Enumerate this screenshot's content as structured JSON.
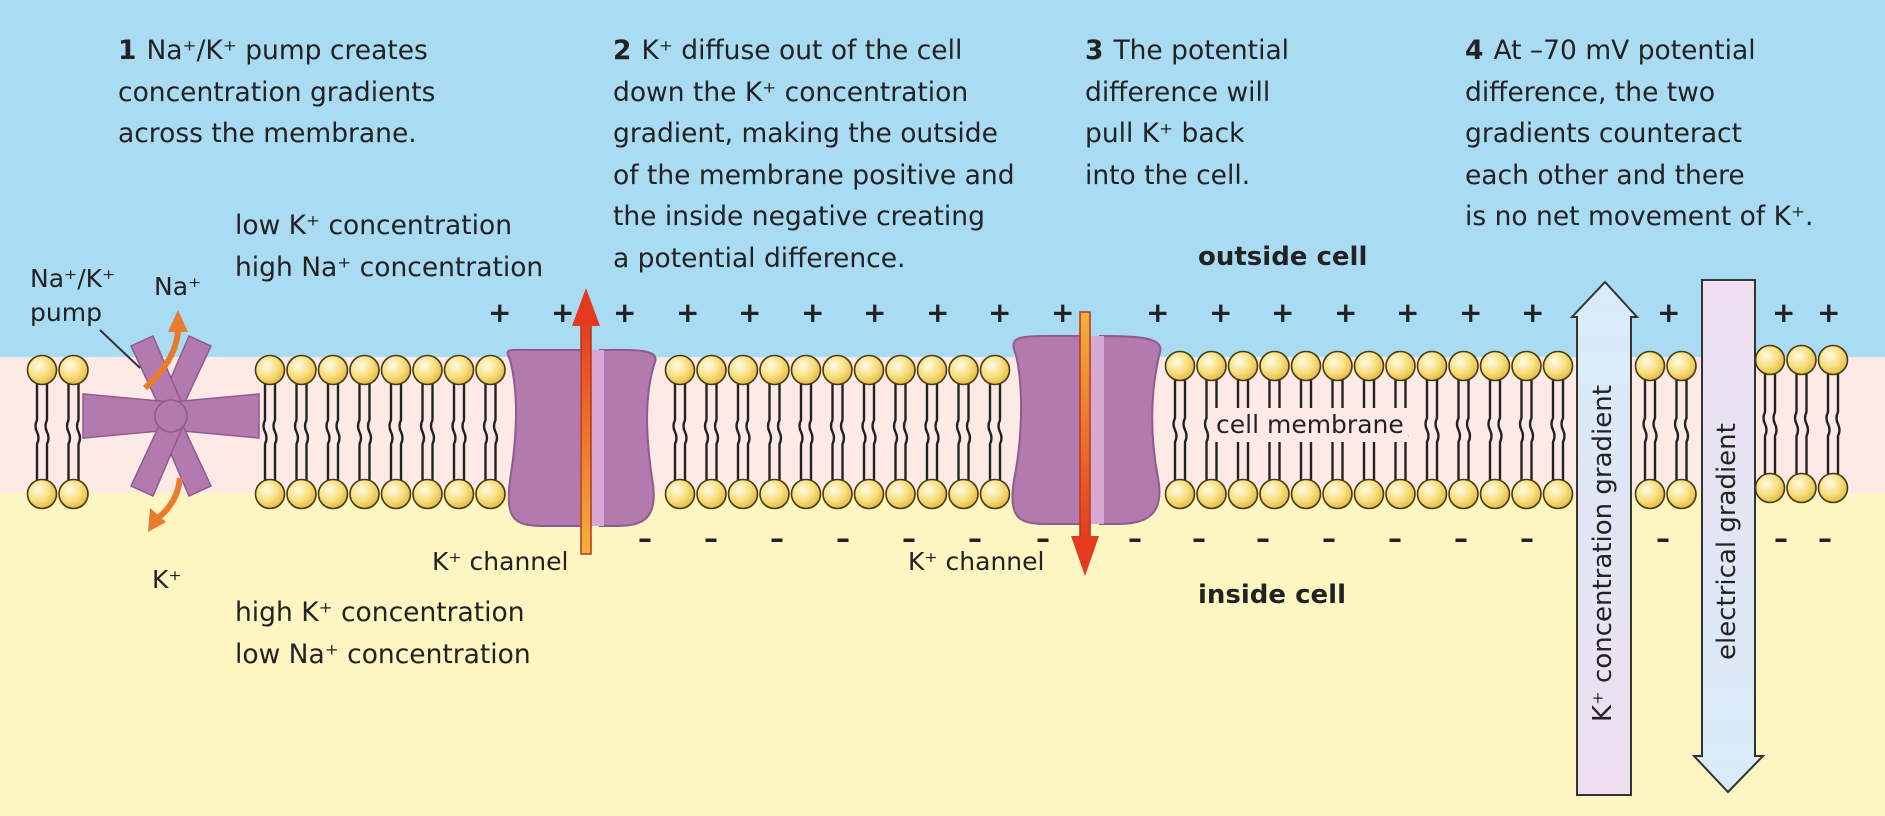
{
  "steps": [
    {
      "num": "1",
      "lines": [
        "Na⁺/K⁺ pump creates",
        "concentration gradients",
        "across the membrane."
      ]
    },
    {
      "num": "2",
      "lines": [
        "K⁺ diffuse out of the cell",
        "down the K⁺ concentration",
        "gradient, making the outside",
        "of the membrane positive and",
        "the inside negative creating",
        "a potential difference."
      ]
    },
    {
      "num": "3",
      "lines": [
        "The potential",
        "difference will",
        "pull K⁺ back",
        "into the cell."
      ]
    },
    {
      "num": "4",
      "lines": [
        "At –70 mV potential",
        "difference, the two",
        "gradients counteract",
        "each other and there",
        "is no net movement of K⁺."
      ]
    }
  ],
  "labels": {
    "outside_conc_line1": "low K⁺ concentration",
    "outside_conc_line2": "high Na⁺ concentration",
    "inside_conc_line1": "high K⁺ concentration",
    "inside_conc_line2": "low Na⁺ concentration",
    "pump_line1": "Na⁺/K⁺",
    "pump_line2": "pump",
    "na_ion": "Na⁺",
    "k_ion": "K⁺",
    "channel_1": "K⁺ channel",
    "channel_2": "K⁺ channel",
    "outside_cell": "outside cell",
    "inside_cell": "inside cell",
    "cell_membrane": "cell membrane",
    "k_gradient": "K⁺ concentration gradient",
    "electrical_gradient": "electrical gradient",
    "plus": "+",
    "minus": "–"
  },
  "colors": {
    "outside": "#a9dcf2",
    "membrane_band": "#fde9e6",
    "inside": "#fdf6c3",
    "protein": "#b27aae",
    "lipid_head": "#f6d56e",
    "arrow_red": "#e5452a",
    "arrow_orange": "#ee8a2e"
  }
}
